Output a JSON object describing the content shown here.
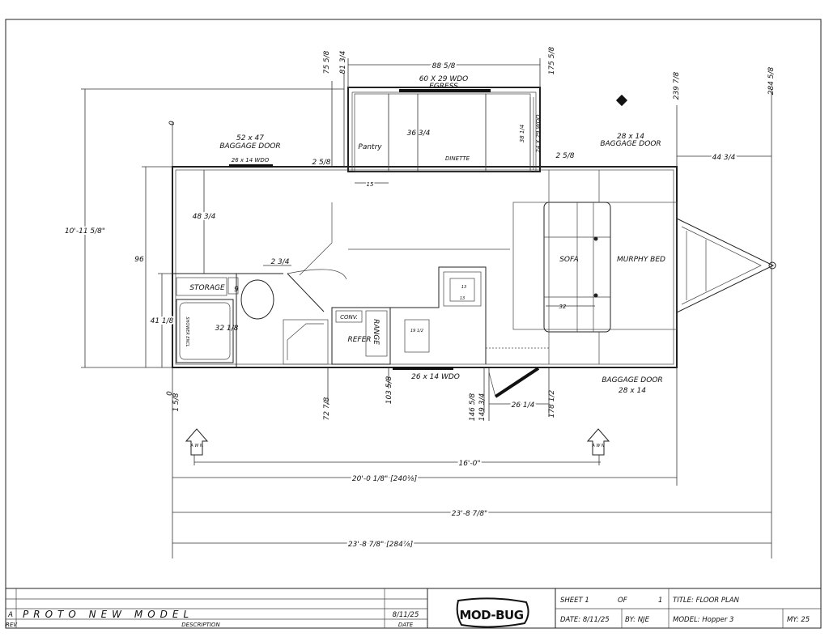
{
  "plan": {
    "labels": {
      "baggage_door_left_size": "52 x 47",
      "baggage_door_left": "BAGGAGE DOOR",
      "wdo_front_left": "26 x 14 WDO",
      "egress_wdo": "60 X 29 WDO",
      "egress": "EGRESS",
      "baggage_door_right_size": "28 x 14",
      "baggage_door_right": "BAGGAGE DOOR",
      "pantry": "Pantry",
      "dinette": "DINETTE",
      "dinette_width": "36 3/4",
      "side_wdo": "24 X 29 WDO",
      "side_wdo_dim": "38 1/4",
      "sofa": "SOFA",
      "murphy_bed": "MURPHY BED",
      "sofa_width": "32",
      "storage": "STORAGE",
      "toilet_dim": "9",
      "shower_label": "SHOWER ENCL",
      "shower_dim": "32 1/8",
      "conv": "CONV.",
      "refer": "REFER",
      "range": "RANGE",
      "sink_dim": "13",
      "sink_dim2": "13",
      "counter_dim": "19 1/2",
      "wdo_rear": "26 x 14 WDO",
      "baggage_door_bottom": "BAGGAGE DOOR",
      "baggage_door_bottom_size": "28 x 14",
      "awn_1": "A W N",
      "awn_2": "A W N"
    },
    "dims": {
      "d_75_5_8": "75 5/8",
      "d_81_3_4": "81 3/4",
      "d_88_5_8": "88 5/8",
      "d_175_5_8": "175 5/8",
      "d_239_7_8": "239 7/8",
      "d_284_5_8": "284 5/8",
      "d_0_top": "0",
      "d_2_5_8_a": "2 5/8",
      "d_2_5_8_b": "2 5/8",
      "d_15": "15",
      "d_44_3_4": "44 3/4",
      "d_48_3_4": "48 3/4",
      "d_10_11": "10'-11 5/8\"",
      "d_96": "96",
      "d_2_3_4": "2 3/4",
      "d_41_1_8": "41 1/8",
      "d_0_bot": "0",
      "d_1_5_8": "1 5/8",
      "d_72_7_8": "72 7/8",
      "d_103_5_8": "103 5/8",
      "d_146_5_8": "146 5/8",
      "d_149_3_4": "149 3/4",
      "d_26_1_4": "26 1/4",
      "d_178_1_2": "178 1/2",
      "d_16_0": "16'-0\"",
      "d_20_0": "20'-0 1/8\" [240⅛]",
      "d_23_8_a": "23'-8 7/8\"",
      "d_23_8_b": "23'-8 7/8\" [284⅞]"
    }
  },
  "title_block": {
    "rev_letter": "A",
    "rev_description": "PROTO NEW MODEL",
    "rev_date": "8/11/25",
    "rev_header": "REV",
    "description_header": "DESCRIPTION",
    "date_header": "DATE",
    "logo": "MOD-BUG",
    "sheet": "SHEET 1",
    "of": "OF",
    "sheet_total": "1",
    "title": "TITLE: FLOOR PLAN",
    "date": "DATE: 8/11/25",
    "by": "BY: NJE",
    "model": "MODEL: Hopper 3",
    "my": "MY: 25"
  }
}
